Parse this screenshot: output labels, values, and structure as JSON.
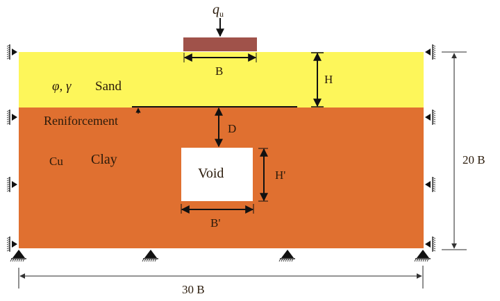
{
  "diagram": {
    "load_label": "q",
    "load_subscript": "u",
    "footing_width_label": "B",
    "sand_thickness_label": "H",
    "sand_params_label": "φ, γ",
    "sand_label": "Sand",
    "reinforcement_label": "Reniforcement",
    "reinforcement_depth_label": "D",
    "clay_param_label": "Cu",
    "clay_label": "Clay",
    "void_label": "Void",
    "void_height_label": "H'",
    "void_width_label": "B'",
    "domain_height_label": "20 B",
    "domain_width_label": "30 B",
    "colors": {
      "sand": "#fdf65a",
      "clay": "#e07030",
      "footing": "#a0524a",
      "void": "#ffffff"
    }
  }
}
